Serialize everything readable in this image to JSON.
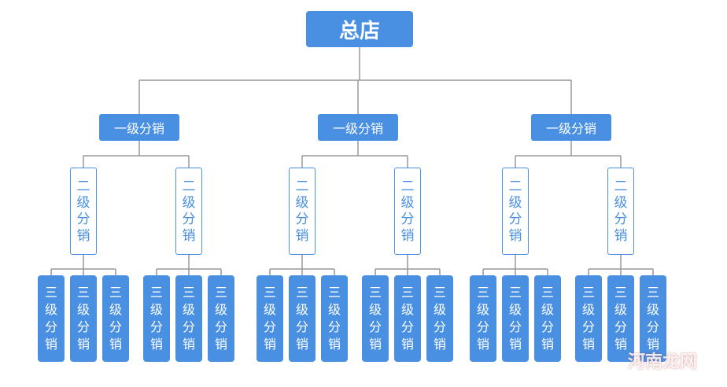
{
  "root_label": "总店",
  "level1_label": "一级分销",
  "level2_label": "二级分销",
  "level3_label": "三级分销",
  "watermark": "河南龙网",
  "colors": {
    "accent": "#4a90e2",
    "line": "#999999"
  },
  "hierarchy": {
    "root_count": 1,
    "level1_count": 3,
    "level2_per_level1": 2,
    "level3_per_level2": 3
  }
}
